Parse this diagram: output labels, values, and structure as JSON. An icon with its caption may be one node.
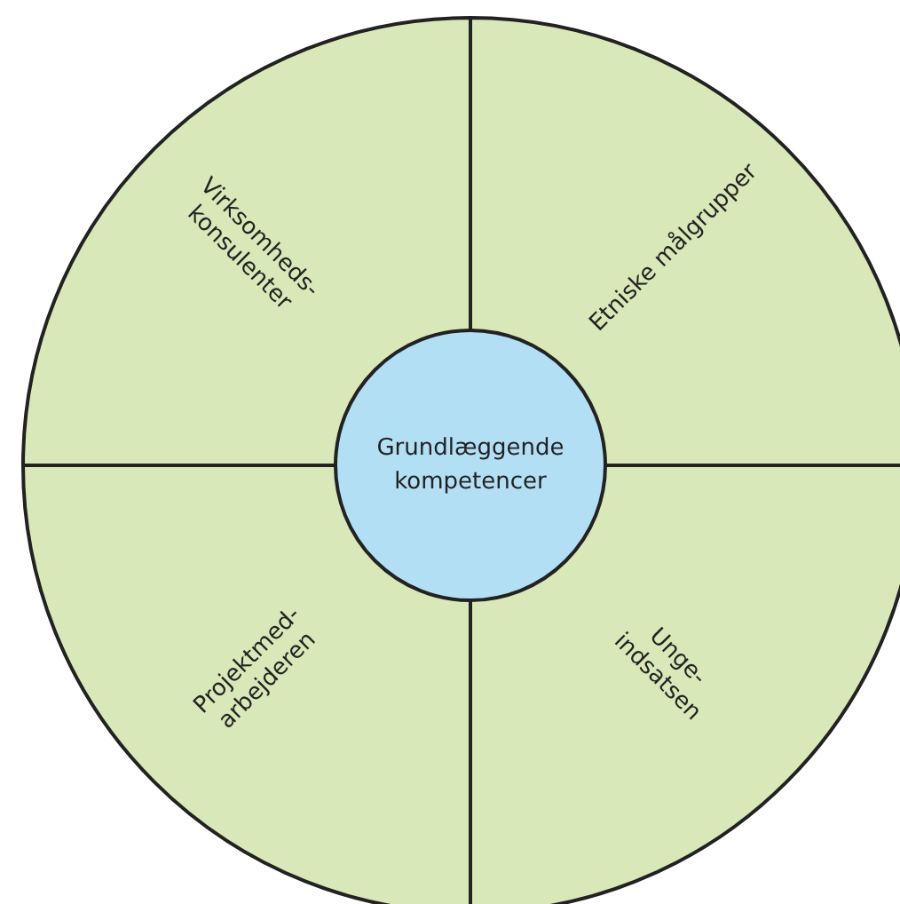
{
  "diagram": {
    "nodes": [
      {
        "text": [
          "Virksomheds- konsulenter"
        ]
      },
      {
        "text": [
          "Etniske målgrupper"
        ]
      },
      {
        "text": [
          "Projektmed- arbejderen"
        ]
      },
      {
        "text": [
          "Unge- indsatsen"
        ]
      },
      {
        "text": [
          "Grundlæggende kompetencer"
        ]
      }
    ]
  }
}
